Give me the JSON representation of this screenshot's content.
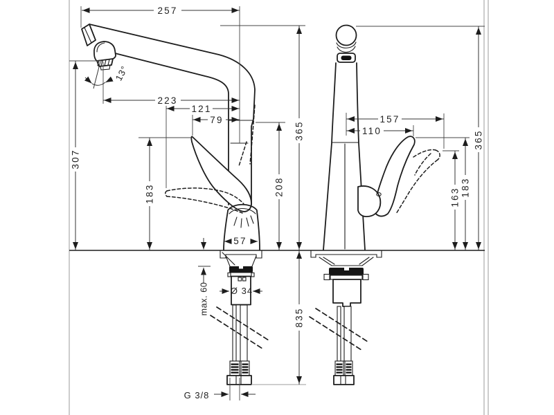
{
  "page": {
    "background": "#ffffff",
    "frame_color": "#c7c7c7",
    "line_color": "#1d1d1d"
  },
  "side_view": {
    "spout_reach": "257",
    "spout_outlet_height": "307",
    "spray_angle": "13°",
    "outlet_to_axis": "223",
    "handle_tip_low_reach": "121",
    "handle_tip_high_reach": "79",
    "handle_height": "183",
    "underspout_clearance": "208",
    "total_height": "365",
    "base_width": "57",
    "max_counter_thickness": "max. 60",
    "shank_diameter": "Ø 34",
    "hose_length": "835",
    "thread_size": "G 3/8"
  },
  "front_view": {
    "handle_reach_low": "157",
    "handle_reach_high": "110",
    "total_height": "365",
    "handle_height_low": "163",
    "handle_height_high": "183"
  }
}
